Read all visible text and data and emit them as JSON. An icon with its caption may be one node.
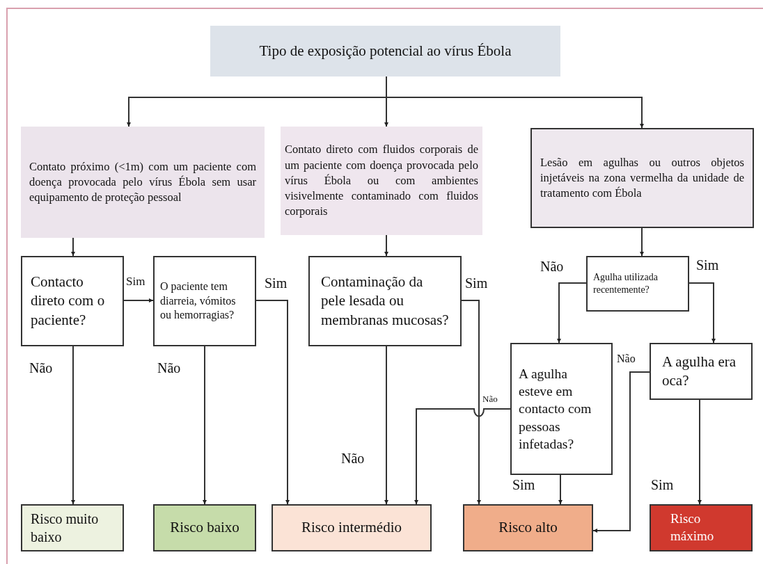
{
  "diagram": {
    "nodes": [
      {
        "text": [
          "Tipo de exposição potencial ao vírus Ébola"
        ]
      },
      {
        "text": [
          "Contato próximo (<1m) com um paciente com doença provocada pelo vírus Ébola sem usar equipamento de proteção pessoal"
        ]
      },
      {
        "text": [
          "Contato direto com fluidos corporais de um paciente com doença provocada pelo vírus Ébola ou com ambientes visivelmente contaminado com fluidos corporais"
        ]
      },
      {
        "text": [
          "Lesão em agulhas ou outros objetos injetáveis na zona vermelha da unidade de tratamento com Ébola"
        ]
      },
      {
        "text": [
          "Contacto direto com o paciente?"
        ]
      },
      {
        "text": [
          "O paciente tem diarreia, vómitos ou hemorragias?"
        ]
      },
      {
        "text": [
          "Contaminação da pele lesada ou membranas mucosas?"
        ]
      },
      {
        "text": [
          "Agulha utilizada recentemente?"
        ]
      },
      {
        "text": [
          "A agulha esteve em contacto com pessoas infetadas?"
        ]
      },
      {
        "text": [
          "A agulha era oca?"
        ]
      },
      {
        "text": [
          "Risco muito baixo"
        ]
      },
      {
        "text": [
          "Risco baixo"
        ]
      },
      {
        "text": [
          "Risco intermédio"
        ]
      },
      {
        "text": [
          "Risco alto"
        ]
      },
      {
        "text": [
          "Risco máximo"
        ]
      }
    ],
    "edges": [
      {
        "from": 0,
        "to": 1,
        "arrow": "to"
      },
      {
        "from": 0,
        "to": 2,
        "arrow": "to"
      },
      {
        "from": 0,
        "to": 3,
        "arrow": "to"
      },
      {
        "from": 1,
        "to": 4,
        "arrow": "to"
      },
      {
        "from": 2,
        "to": 6,
        "arrow": "to"
      },
      {
        "from": 3,
        "to": 7,
        "arrow": "to"
      },
      {
        "from": 4,
        "to": 5,
        "arrow": "to",
        "label": "Sim"
      },
      {
        "from": 4,
        "to": 10,
        "arrow": "to",
        "label": "Não"
      },
      {
        "from": 5,
        "to": 11,
        "arrow": "to",
        "label": "Não"
      },
      {
        "from": 5,
        "to": 12,
        "arrow": "to",
        "label": "Sim"
      },
      {
        "from": 6,
        "to": 12,
        "arrow": "to",
        "label": "Não"
      },
      {
        "from": 6,
        "to": 13,
        "arrow": "to",
        "label": "Sim"
      },
      {
        "from": 7,
        "to": 8,
        "arrow": "to",
        "label": "Não"
      },
      {
        "from": 7,
        "to": 9,
        "arrow": "to",
        "label": "Sim"
      },
      {
        "from": 8,
        "to": 13,
        "arrow": "to",
        "label": "Sim"
      },
      {
        "from": 8,
        "to": 12,
        "arrow": "to",
        "label": "Não"
      },
      {
        "from": 9,
        "to": 14,
        "arrow": "to",
        "label": "Sim"
      },
      {
        "from": 9,
        "to": 13,
        "arrow": "to",
        "label": "Não"
      }
    ]
  }
}
